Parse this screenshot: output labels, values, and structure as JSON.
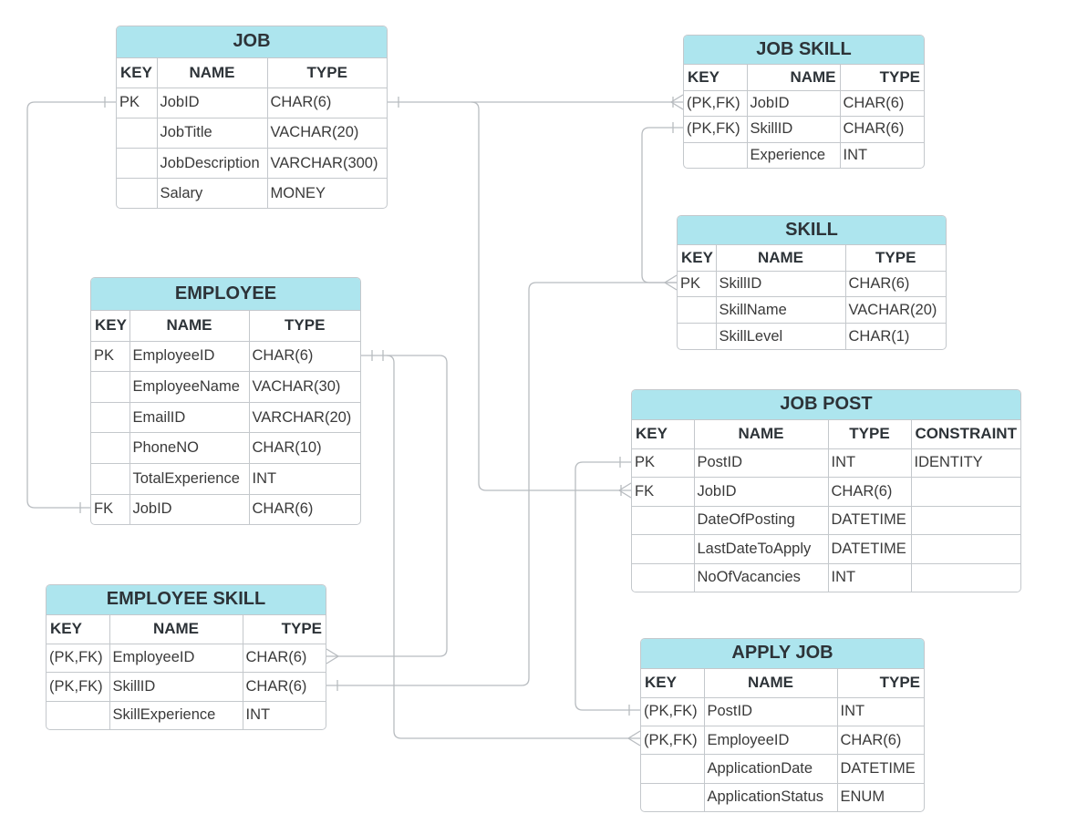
{
  "entities": {
    "job": {
      "title": "JOB",
      "headers": [
        "KEY",
        "NAME",
        "TYPE"
      ],
      "rows": [
        {
          "key": "PK",
          "name": "JobID",
          "type": "CHAR(6)"
        },
        {
          "key": "",
          "name": "JobTitle",
          "type": "VACHAR(20)"
        },
        {
          "key": "",
          "name": "JobDescription",
          "type": "VARCHAR(300)"
        },
        {
          "key": "",
          "name": "Salary",
          "type": "MONEY"
        }
      ]
    },
    "job_skill": {
      "title": "JOB SKILL",
      "headers": [
        "KEY",
        "NAME",
        "TYPE"
      ],
      "rows": [
        {
          "key": "(PK,FK)",
          "name": "JobID",
          "type": "CHAR(6)"
        },
        {
          "key": "(PK,FK)",
          "name": "SkillID",
          "type": "CHAR(6)"
        },
        {
          "key": "",
          "name": "Experience",
          "type": "INT"
        }
      ]
    },
    "skill": {
      "title": "SKILL",
      "headers": [
        "KEY",
        "NAME",
        "TYPE"
      ],
      "rows": [
        {
          "key": "PK",
          "name": "SkillID",
          "type": "CHAR(6)"
        },
        {
          "key": "",
          "name": "SkillName",
          "type": "VACHAR(20)"
        },
        {
          "key": "",
          "name": "SkillLevel",
          "type": "CHAR(1)"
        }
      ]
    },
    "employee": {
      "title": "EMPLOYEE",
      "headers": [
        "KEY",
        "NAME",
        "TYPE"
      ],
      "rows": [
        {
          "key": "PK",
          "name": "EmployeeID",
          "type": "CHAR(6)"
        },
        {
          "key": "",
          "name": "EmployeeName",
          "type": "VACHAR(30)"
        },
        {
          "key": "",
          "name": "EmailID",
          "type": "VARCHAR(20)"
        },
        {
          "key": "",
          "name": "PhoneNO",
          "type": "CHAR(10)"
        },
        {
          "key": "",
          "name": "TotalExperience",
          "type": "INT"
        },
        {
          "key": "FK",
          "name": "JobID",
          "type": "CHAR(6)"
        }
      ]
    },
    "job_post": {
      "title": "JOB POST",
      "headers": [
        "KEY",
        "NAME",
        "TYPE",
        "CONSTRAINT"
      ],
      "rows": [
        {
          "key": "PK",
          "name": "PostID",
          "type": "INT",
          "constraint": "IDENTITY"
        },
        {
          "key": "FK",
          "name": "JobID",
          "type": "CHAR(6)",
          "constraint": ""
        },
        {
          "key": "",
          "name": "DateOfPosting",
          "type": "DATETIME",
          "constraint": ""
        },
        {
          "key": "",
          "name": "LastDateToApply",
          "type": "DATETIME",
          "constraint": ""
        },
        {
          "key": "",
          "name": "NoOfVacancies",
          "type": "INT",
          "constraint": ""
        }
      ]
    },
    "employee_skill": {
      "title": "EMPLOYEE SKILL",
      "headers": [
        "KEY",
        "NAME",
        "TYPE"
      ],
      "rows": [
        {
          "key": "(PK,FK)",
          "name": "EmployeeID",
          "type": "CHAR(6)"
        },
        {
          "key": "(PK,FK)",
          "name": "SkillID",
          "type": "CHAR(6)"
        },
        {
          "key": "",
          "name": "SkillExperience",
          "type": "INT"
        }
      ]
    },
    "apply_job": {
      "title": "APPLY JOB",
      "headers": [
        "KEY",
        "NAME",
        "TYPE"
      ],
      "rows": [
        {
          "key": "(PK,FK)",
          "name": "PostID",
          "type": "INT"
        },
        {
          "key": "(PK,FK)",
          "name": "EmployeeID",
          "type": "CHAR(6)"
        },
        {
          "key": "",
          "name": "ApplicationDate",
          "type": "DATETIME"
        },
        {
          "key": "",
          "name": "ApplicationStatus",
          "type": "ENUM"
        }
      ]
    }
  },
  "relationships": [
    {
      "from": "JOB.JobID",
      "to": "JOB SKILL.JobID",
      "cardinality": "one-to-many"
    },
    {
      "from": "JOB.JobID",
      "to": "EMPLOYEE.JobID",
      "cardinality": "one-to-one"
    },
    {
      "from": "JOB.JobID",
      "to": "JOB POST.JobID",
      "cardinality": "one-to-many"
    },
    {
      "from": "SKILL.SkillID",
      "to": "JOB SKILL.SkillID",
      "cardinality": "many-to-one"
    },
    {
      "from": "SKILL.SkillID",
      "to": "EMPLOYEE SKILL.SkillID",
      "cardinality": "many-to-one"
    },
    {
      "from": "EMPLOYEE.EmployeeID",
      "to": "EMPLOYEE SKILL.EmployeeID",
      "cardinality": "one-to-many"
    },
    {
      "from": "EMPLOYEE.EmployeeID",
      "to": "APPLY JOB.EmployeeID",
      "cardinality": "one-to-many"
    },
    {
      "from": "JOB POST.PostID",
      "to": "APPLY JOB.PostID",
      "cardinality": "one-to-one"
    }
  ],
  "colors": {
    "header_fill": "#ade5ee",
    "border": "#c4c8cc",
    "connector": "#b8bcc0",
    "title_text": "#2d3338"
  }
}
